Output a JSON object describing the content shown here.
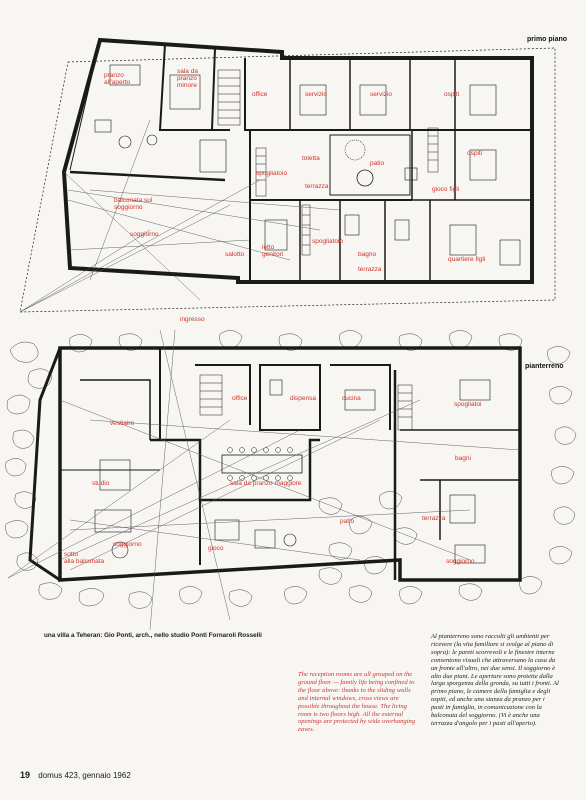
{
  "upper_plan": {
    "floor_label": "primo piano",
    "rooms": [
      {
        "id": "pranzo-aperto",
        "text": "pranzo\nall'aperto"
      },
      {
        "id": "sala-pranzo-minore",
        "text": "sala da\npranzo\nminore"
      },
      {
        "id": "office",
        "text": "office"
      },
      {
        "id": "servizio-1",
        "text": "servizio"
      },
      {
        "id": "servizio-2",
        "text": "servizio"
      },
      {
        "id": "ospiti-1",
        "text": "ospiti"
      },
      {
        "id": "ospiti-2",
        "text": "ospiti"
      },
      {
        "id": "toletta",
        "text": "toletta"
      },
      {
        "id": "patio",
        "text": "patio"
      },
      {
        "id": "spogliatoio-1",
        "text": "spogliatoio"
      },
      {
        "id": "terrazza-1",
        "text": "terrazza"
      },
      {
        "id": "gioco-figli",
        "text": "gioco figli"
      },
      {
        "id": "balconata",
        "text": "balconata sul\nsoggiorno"
      },
      {
        "id": "soggiorno-up",
        "text": "soggiorno"
      },
      {
        "id": "salotto",
        "text": "salotto"
      },
      {
        "id": "letto-genitori",
        "text": "letto\ngenitori"
      },
      {
        "id": "spogliatoio-2",
        "text": "spogliatoio"
      },
      {
        "id": "bagno",
        "text": "bagno"
      },
      {
        "id": "terrazza-2",
        "text": "terrazza"
      },
      {
        "id": "quartiere-figli",
        "text": "quartiere figli"
      }
    ]
  },
  "ground_plan": {
    "floor_label": "pianterreno",
    "entrance": "ingresso",
    "rooms": [
      {
        "id": "office-g",
        "text": "office"
      },
      {
        "id": "dispensa",
        "text": "dispensa"
      },
      {
        "id": "cucina",
        "text": "cucina"
      },
      {
        "id": "spogliatoi",
        "text": "spogliatoi"
      },
      {
        "id": "vestiaire",
        "text": "vestiaire"
      },
      {
        "id": "bagni",
        "text": "bagni"
      },
      {
        "id": "studio",
        "text": "studio"
      },
      {
        "id": "sala-pranzo-maggiore",
        "text": "sala da pranzo maggiore"
      },
      {
        "id": "patio-g",
        "text": "patio"
      },
      {
        "id": "terrazza-g",
        "text": "terrazza"
      },
      {
        "id": "soggiorno-g1",
        "text": "soggiorno"
      },
      {
        "id": "gioco",
        "text": "gioco"
      },
      {
        "id": "sotto-balconata",
        "text": "sotto\nalla balconata"
      },
      {
        "id": "soggiorno-g2",
        "text": "soggiorno"
      }
    ]
  },
  "captions": {
    "credit": "una villa a Teheran: Gio Ponti, arch., nello studio Ponti Fornaroli Rosselli",
    "english": "The reception rooms are all grouped on the ground floor — family life being confined to the floor above: thanks to the sliding walls and internal windows, cross views are possible throughout the house. The living room is two floors high. All the external openings are protected by wide overhanging eaves.",
    "italian": "Al pianterreno sono raccolti gli ambienti per ricevere (la vita familiare si svolge al piano di sopra): le pareti scorrevoli e le finestre interne consentono visuali che attraversano la casa da un fronte all'altro, nei due sensi. Il soggiorno è alto due piani. Le aperture sono protette dalla larga sporgenza della gronda, su tutti i fronti. Al primo piano, le camere della famiglia e degli ospiti, ed anche una stanza da pranzo per i pasti in famiglia, in comunicazione con la balconata del soggiorno. (Vi è anche una terrazza d'angolo per i pasti all'aperto)."
  },
  "footer": {
    "page": "19",
    "issue": "domus 423, gennaio 1962"
  }
}
